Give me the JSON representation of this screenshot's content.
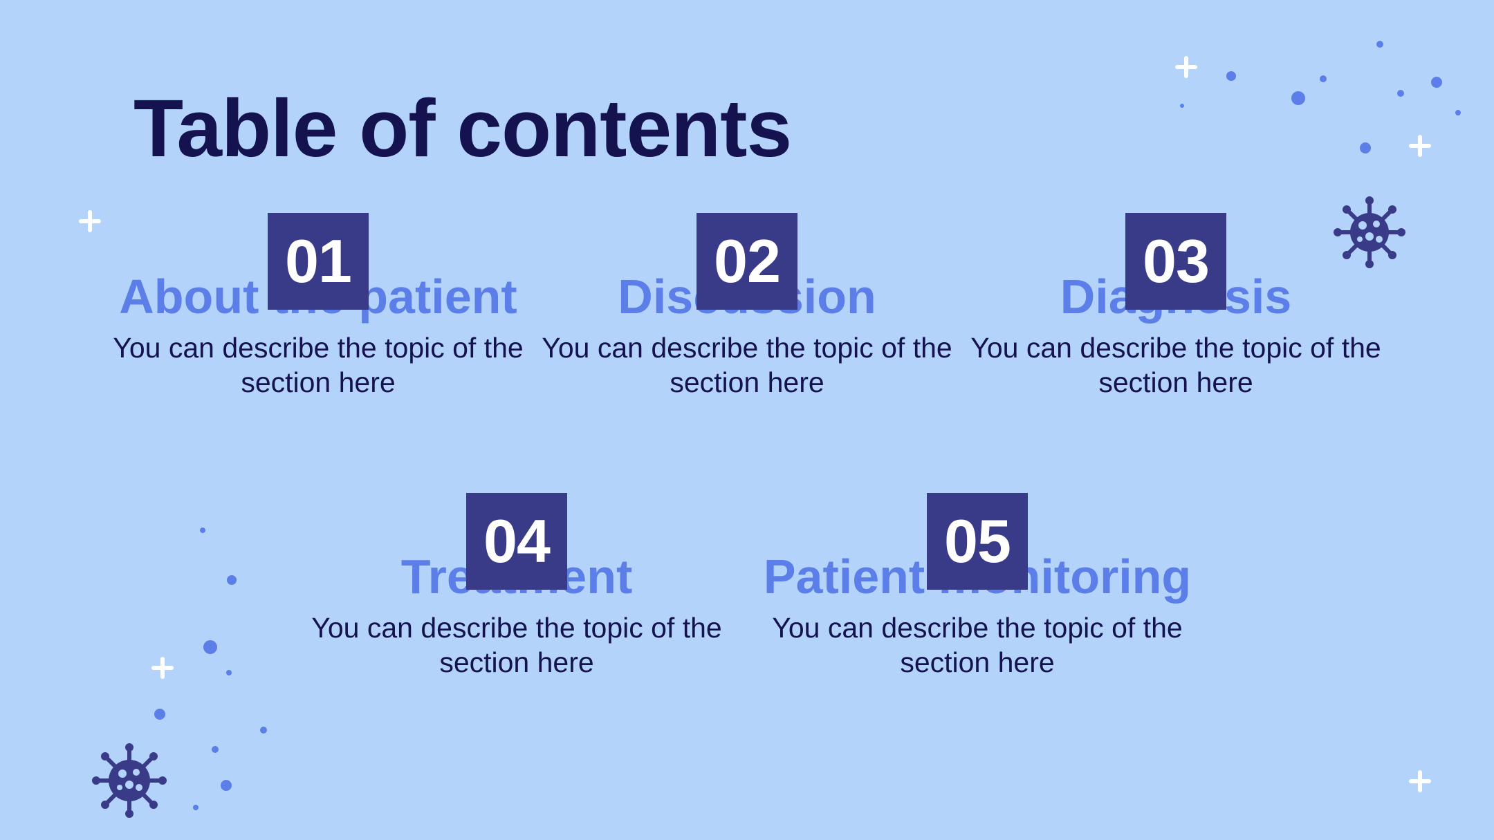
{
  "title": "Table of contents",
  "sections": [
    {
      "number": "01",
      "heading": "About the patient",
      "description": "You can describe the topic of the section here"
    },
    {
      "number": "02",
      "heading": "Discussion",
      "description": "You can describe the topic of the section here"
    },
    {
      "number": "03",
      "heading": "Diagnosis",
      "description": "You can describe the topic of the section here"
    },
    {
      "number": "04",
      "heading": "Treatment",
      "description": "You can describe the topic of the section here"
    },
    {
      "number": "05",
      "heading": "Patient monitoring",
      "description": "You can describe the topic of the section here"
    }
  ],
  "colors": {
    "background": "#b3d3fa",
    "title": "#14124f",
    "heading": "#5b7ee9",
    "number_box": "#393b89",
    "number_text": "#ffffff",
    "dots": "#5b7ee9",
    "plus": "#ffffff"
  },
  "icons": [
    "virus-icon",
    "plus-icon",
    "dot-icon"
  ]
}
